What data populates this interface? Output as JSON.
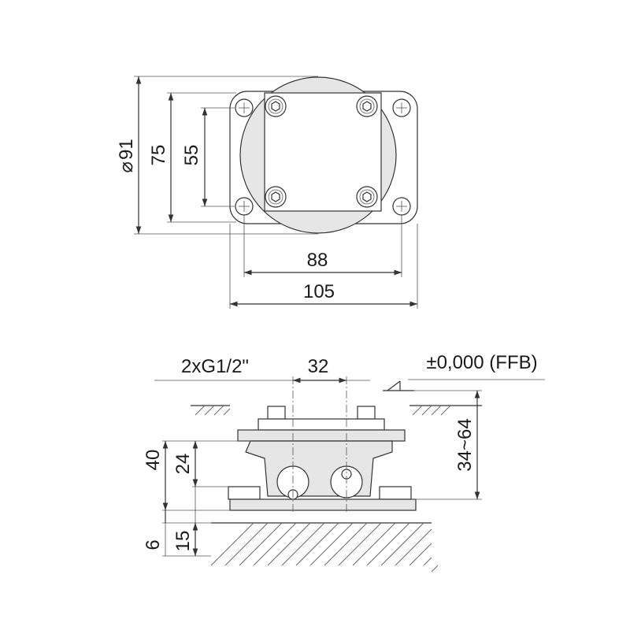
{
  "top_view": {
    "diameter_label": "91",
    "diameter_symbol": "⌀",
    "dim_75": "75",
    "dim_55": "55",
    "dim_88": "88",
    "dim_105": "105"
  },
  "side_view": {
    "thread_label": "2xG1/2\"",
    "spacing_label": "32",
    "level_label": "±0,000 (FFB)",
    "range_label": "34~64",
    "dim_40": "40",
    "dim_24": "24",
    "dim_6": "6",
    "dim_15": "15"
  },
  "colors": {
    "line": "#333333",
    "fill": "#e6e6e6",
    "text": "#1a1a1a"
  }
}
